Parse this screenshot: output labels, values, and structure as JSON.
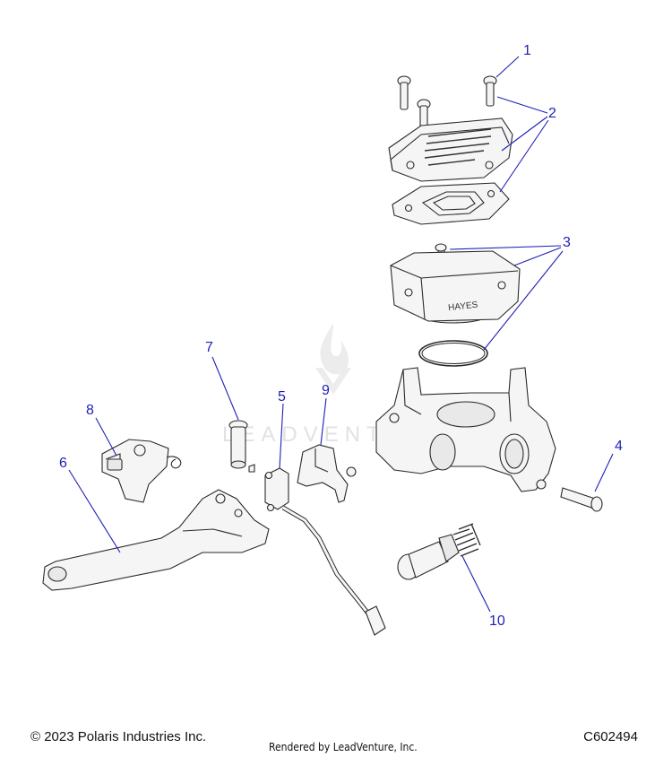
{
  "diagram": {
    "callouts": [
      {
        "id": "1",
        "label": "1"
      },
      {
        "id": "2",
        "label": "2"
      },
      {
        "id": "3",
        "label": "3"
      },
      {
        "id": "4",
        "label": "4"
      },
      {
        "id": "5",
        "label": "5"
      },
      {
        "id": "6",
        "label": "6"
      },
      {
        "id": "7",
        "label": "7"
      },
      {
        "id": "8",
        "label": "8"
      },
      {
        "id": "9",
        "label": "9"
      },
      {
        "id": "10",
        "label": "10"
      }
    ],
    "reservoir_cover_text": "HAYES"
  },
  "watermark": {
    "text": "LEADVENTURE"
  },
  "footer": {
    "copyright": "© 2023 Polaris Industries Inc.",
    "rendered_by": "Rendered by LeadVenture, Inc.",
    "diagram_code": "C602494"
  },
  "colors": {
    "callout": "#1f1fb4",
    "line": "#222222",
    "part_fill": "#f4f4f4"
  }
}
